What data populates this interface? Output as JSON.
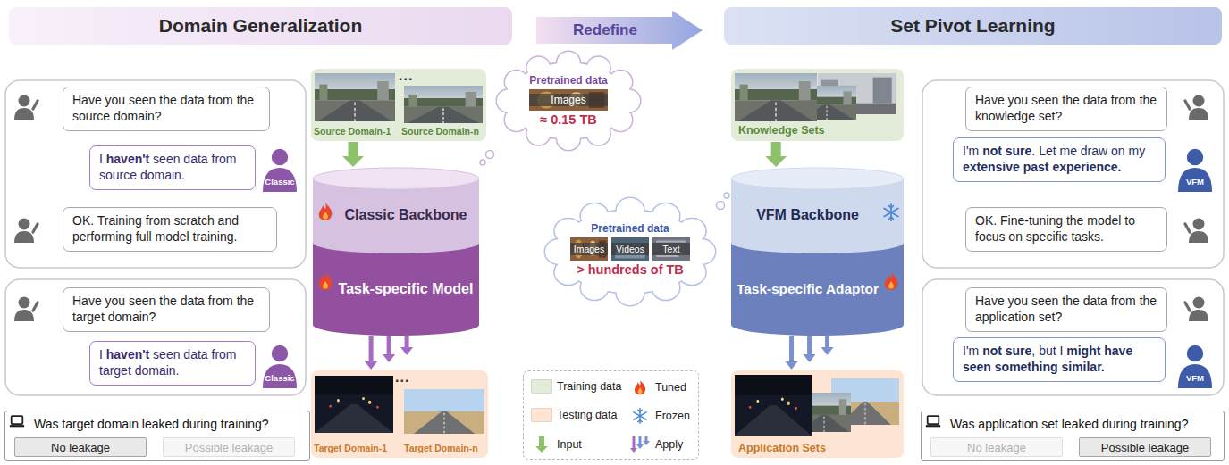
{
  "diagram": {
    "nodes": [
      {
        "text": [
          "Domain Generalization"
        ]
      },
      {
        "text": [
          "Redefine"
        ]
      },
      {
        "text": [
          "Set Pivot Learning"
        ]
      },
      {
        "text": [
          "Have you seen the data from the source domain?"
        ]
      },
      {
        "text": [
          "...",
          "Source Domain-1",
          "Source Domain-n"
        ]
      },
      {
        "text": [
          "Pretrained data",
          "Images",
          "≈ 0.15 TB"
        ]
      },
      {
        "text": [
          "Knowledge Sets"
        ]
      },
      {
        "text": [
          "Have you seen the data from the knowledge set?"
        ]
      },
      {
        "text": [
          "I haven't seen data from source domain."
        ]
      },
      {
        "text": [
          "Classic"
        ]
      },
      {
        "text": [
          "I'm not sure. Let me draw on my extensive past experience."
        ]
      },
      {
        "text": [
          "VFM"
        ]
      },
      {
        "text": [
          "Classic Backbone"
        ]
      },
      {
        "text": [
          "Task-specific Model"
        ]
      },
      {
        "text": [
          "VFM Backbone"
        ]
      },
      {
        "text": [
          "Task-specific Adaptor"
        ]
      },
      {
        "text": [
          "OK. Training from scratch and performing full model training."
        ]
      },
      {
        "text": [
          "Pretrained data",
          "Images",
          "Videos",
          "Text",
          "> hundreds of TB"
        ]
      },
      {
        "text": [
          "OK. Fine-tuning the model to focus on specific tasks."
        ]
      },
      {
        "text": [
          "Have you seen the data from the target domain?"
        ]
      },
      {
        "text": [
          "Have you seen the data from the application set?"
        ]
      },
      {
        "text": [
          "I haven't seen data from target domain."
        ]
      },
      {
        "text": [
          "Classic"
        ]
      },
      {
        "text": [
          "I'm not sure, but I might have seen something similar."
        ]
      },
      {
        "text": [
          "VFM"
        ]
      },
      {
        "text": [
          "...",
          "Target Domain-1",
          "Target Domain-n"
        ]
      },
      {
        "text": [
          "Application Sets"
        ]
      },
      {
        "text": [
          "Was target domain leaked during training?"
        ]
      },
      {
        "text": [
          "No leakage"
        ],
        "in": 27
      },
      {
        "text": [
          "Possible leakage"
        ],
        "in": 27
      },
      {
        "text": [
          "Was application set leaked during training?"
        ]
      },
      {
        "text": [
          "No leakage"
        ],
        "in": 30
      },
      {
        "text": [
          "Possible leakage"
        ],
        "in": 30
      }
    ],
    "edges": [
      {
        "from": 4,
        "to": 12,
        "arrow": "to"
      },
      {
        "from": 13,
        "to": 25,
        "arrow": "to"
      },
      {
        "from": 6,
        "to": 14,
        "arrow": "to"
      },
      {
        "from": 15,
        "to": 26,
        "arrow": "to"
      }
    ],
    "legend": [
      {
        "text": "Training data",
        "color": "#e3ecd9"
      },
      {
        "text": "Tuned"
      },
      {
        "text": "Testing data",
        "color": "#fde4d3"
      },
      {
        "text": "Frozen"
      },
      {
        "text": "Input"
      },
      {
        "text": "Apply"
      }
    ]
  }
}
